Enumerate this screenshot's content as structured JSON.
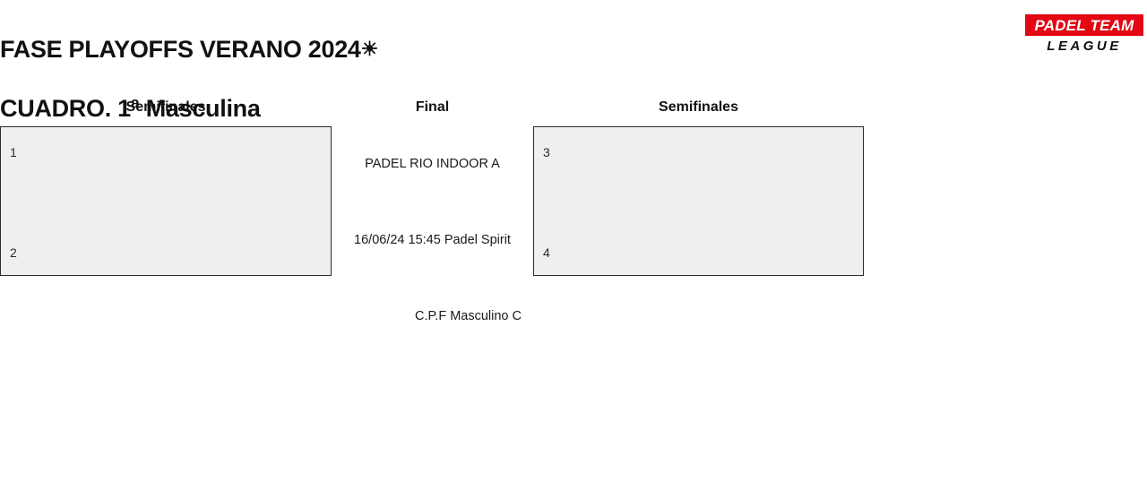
{
  "header": {
    "title_line1": "FASE PLAYOFFS VERANO 2024",
    "title_line2": "CUADRO. 1ª Masculina",
    "sun_icon": "☀"
  },
  "logo": {
    "top_text": "PADEL TEAM",
    "bottom_text": "LEAGUE",
    "red": "#e30613",
    "white": "#ffffff",
    "black": "#111111"
  },
  "bracket": {
    "rounds": [
      {
        "label": "Semifinales"
      },
      {
        "label": "Final"
      },
      {
        "label": "Semifinales"
      }
    ],
    "left_match": {
      "seed_top": "1",
      "seed_bottom": "2"
    },
    "right_match": {
      "seed_top": "3",
      "seed_bottom": "4"
    },
    "final": {
      "team": "PADEL RIO INDOOR A",
      "schedule": "16/06/24 15:45 Padel Spirit",
      "champion": "C.P.F Masculino C"
    },
    "box_fill": "#efefef",
    "box_border": "#2b2b2b"
  }
}
